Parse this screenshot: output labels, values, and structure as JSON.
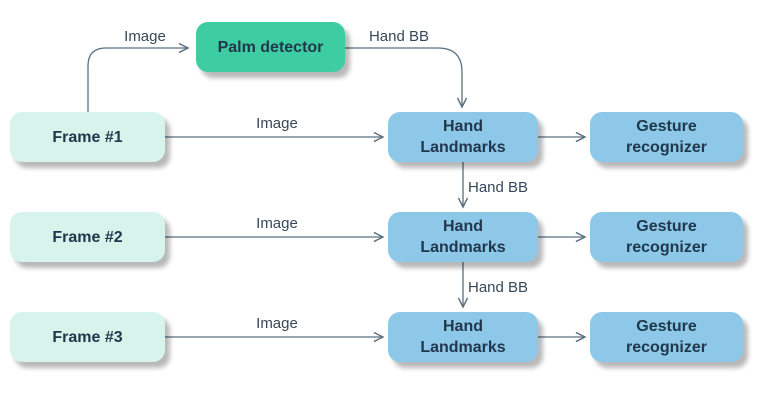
{
  "nodes": {
    "palm_detector": {
      "label": "Palm detector"
    },
    "frame_1": {
      "label": "Frame #1"
    },
    "frame_2": {
      "label": "Frame #2"
    },
    "frame_3": {
      "label": "Frame #3"
    },
    "hand_landmarks_1": {
      "label": "Hand\nLandmarks"
    },
    "hand_landmarks_2": {
      "label": "Hand\nLandmarks"
    },
    "hand_landmarks_3": {
      "label": "Hand\nLandmarks"
    },
    "gesture_recognizer_1": {
      "label": "Gesture\nrecognizer"
    },
    "gesture_recognizer_2": {
      "label": "Gesture\nrecognizer"
    },
    "gesture_recognizer_3": {
      "label": "Gesture\nrecognizer"
    }
  },
  "edges": {
    "frame1_to_palm": {
      "from": "frame_1",
      "to": "palm_detector",
      "label": "Image"
    },
    "palm_to_hl1": {
      "from": "palm_detector",
      "to": "hand_landmarks_1",
      "label": "Hand BB"
    },
    "frame1_to_hl1": {
      "from": "frame_1",
      "to": "hand_landmarks_1",
      "label": "Image"
    },
    "hl1_to_gr1": {
      "from": "hand_landmarks_1",
      "to": "gesture_recognizer_1"
    },
    "hl1_to_hl2": {
      "from": "hand_landmarks_1",
      "to": "hand_landmarks_2",
      "label": "Hand BB"
    },
    "frame2_to_hl2": {
      "from": "frame_2",
      "to": "hand_landmarks_2",
      "label": "Image"
    },
    "hl2_to_gr2": {
      "from": "hand_landmarks_2",
      "to": "gesture_recognizer_2"
    },
    "hl2_to_hl3": {
      "from": "hand_landmarks_2",
      "to": "hand_landmarks_3",
      "label": "Hand BB"
    },
    "frame3_to_hl3": {
      "from": "frame_3",
      "to": "hand_landmarks_3",
      "label": "Image"
    },
    "hl3_to_gr3": {
      "from": "hand_landmarks_3",
      "to": "gesture_recognizer_3"
    }
  },
  "colors": {
    "palm_detector": "#3ecda2",
    "frame": "#d6f3ec",
    "processor": "#8dc8e8",
    "arrow": "#5a7080",
    "node_text": "#21374b",
    "edge_label_text": "#36485a",
    "background": "#ffffff"
  }
}
